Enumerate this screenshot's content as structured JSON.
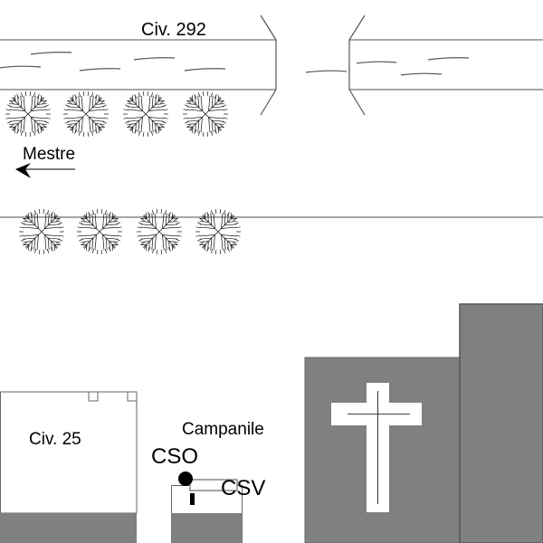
{
  "labels": {
    "top_building": "Civ. 292",
    "direction": "Mestre",
    "left_building": "Civ. 25",
    "bell_tower": "Campanile",
    "cso": "CSO",
    "csv": "CSV"
  },
  "icons": {
    "tree": "tree-icon",
    "arrow": "arrow-left-icon",
    "cross": "cross-icon"
  },
  "colors": {
    "building_fill": "#808080",
    "line": "#808080",
    "ink": "#000000"
  }
}
